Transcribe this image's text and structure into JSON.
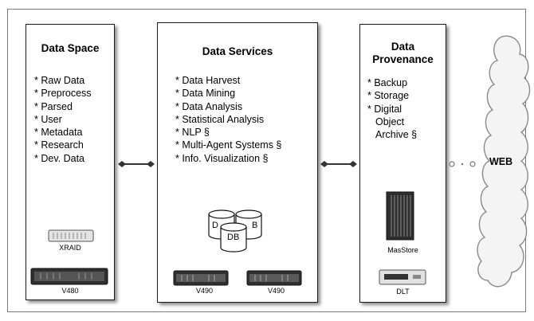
{
  "panels": {
    "data_space": {
      "title": "Data Space",
      "items": [
        "* Raw Data",
        "* Preprocess",
        "* Parsed",
        "* User",
        "* Metadata",
        "* Research",
        "* Dev. Data"
      ],
      "hardware": [
        "XRAID",
        "V480"
      ]
    },
    "data_services": {
      "title": "Data Services",
      "items": [
        "* Data Harvest",
        "* Data Mining",
        "* Data Analysis",
        "* Statistical Analysis",
        "* NLP §",
        "* Multi-Agent Systems §",
        "* Info. Visualization §"
      ],
      "db_labels": [
        "D",
        "B",
        "DB"
      ],
      "hardware": [
        "V490",
        "V490"
      ]
    },
    "data_provenance": {
      "title_line1": "Data",
      "title_line2": "Provenance",
      "items": [
        "* Backup",
        "* Storage",
        "* Digital",
        "Object",
        "Archive §"
      ],
      "hardware": [
        "MasStore",
        "DLT"
      ]
    }
  },
  "cloud": {
    "label": "WEB"
  },
  "colors": {
    "panel_border": "#1a1a1a",
    "frame_border": "#7a7a7a",
    "connector": "#333333"
  }
}
